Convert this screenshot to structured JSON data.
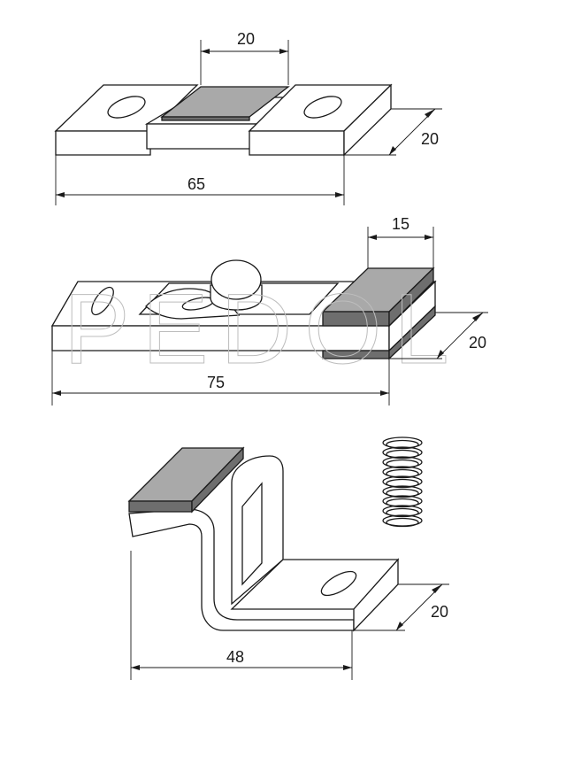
{
  "watermark": "PEDOL",
  "part1": {
    "dims": {
      "pad_width": "20",
      "depth": "20",
      "length": "65"
    }
  },
  "part2": {
    "dims": {
      "pad_width": "15",
      "depth": "20",
      "length": "75"
    }
  },
  "part3": {
    "dims": {
      "depth": "20",
      "length": "48"
    }
  },
  "colors": {
    "pad_light": "#a9a9a9",
    "pad_dark": "#6e6e6e",
    "line": "#1a1a1a"
  }
}
